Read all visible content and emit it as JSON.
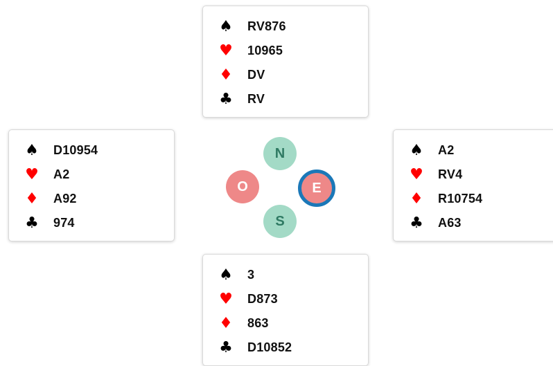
{
  "hands": {
    "north": {
      "spades": "RV876",
      "hearts": "10965",
      "diamonds": "DV",
      "clubs": "RV"
    },
    "west": {
      "spades": "D10954",
      "hearts": "A2",
      "diamonds": "A92",
      "clubs": "974"
    },
    "east": {
      "spades": "A2",
      "hearts": "RV4",
      "diamonds": "R10754",
      "clubs": "A63"
    },
    "south": {
      "spades": "3",
      "hearts": "D873",
      "diamonds": "863",
      "clubs": "D10852"
    }
  },
  "suit_symbols": {
    "spades": "♠",
    "hearts": "♥",
    "diamonds": "♦",
    "clubs": "♣"
  },
  "compass": {
    "north": "N",
    "west": "O",
    "east": "E",
    "south": "S",
    "active_seat": "east"
  },
  "colors": {
    "red_suit": "#ff0000",
    "black_suit": "#000000",
    "seat_green": "#a3dac6",
    "seat_red": "#ee8888",
    "active_ring": "#1b78b8"
  }
}
